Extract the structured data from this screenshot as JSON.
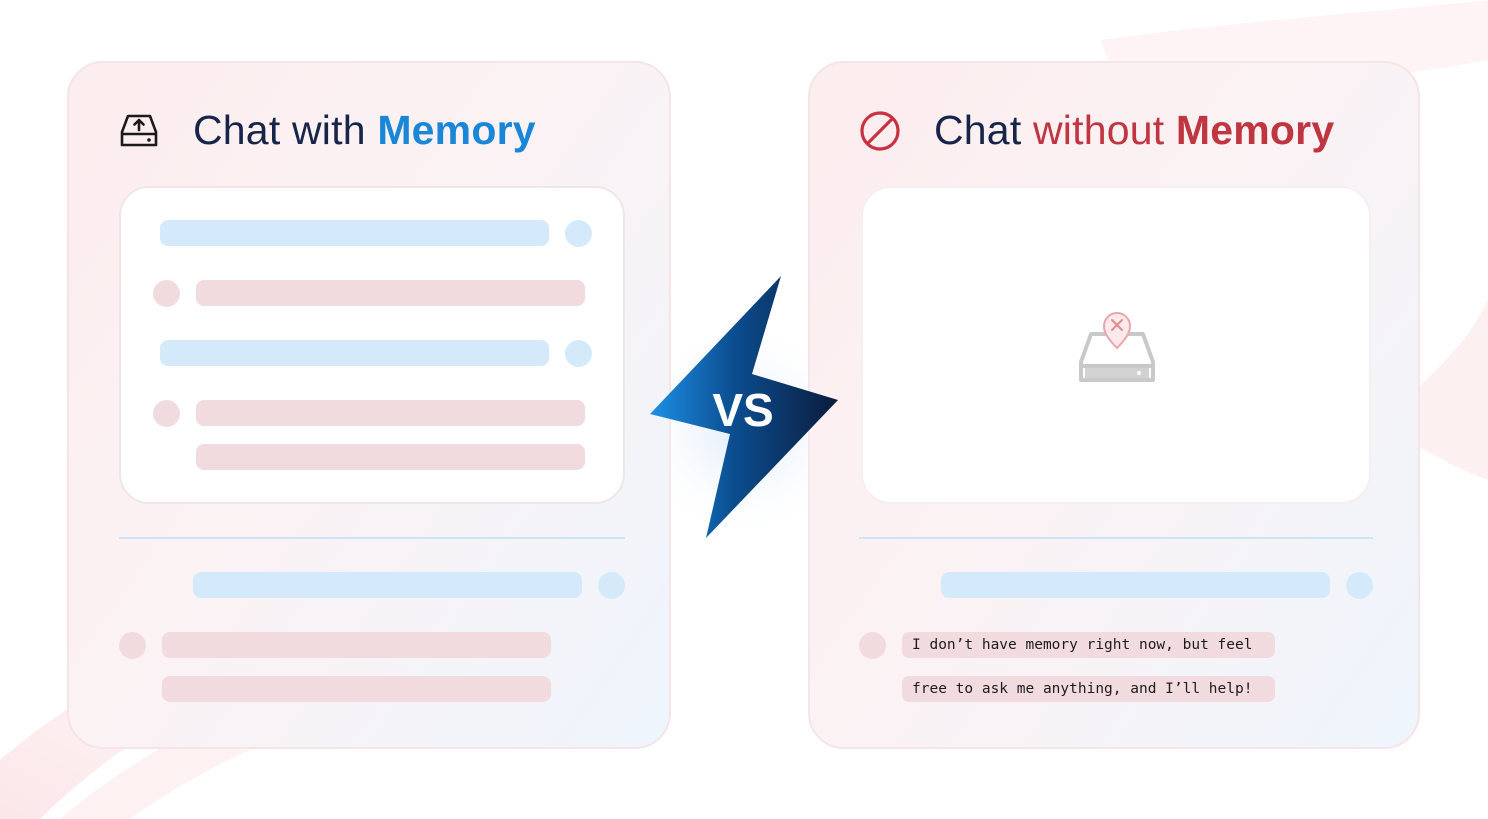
{
  "left_card": {
    "title_parts": [
      "Chat with ",
      "Memory"
    ],
    "icon": "drive-upload-icon",
    "accent_color": "#1a86d8"
  },
  "right_card": {
    "title_parts": [
      "Chat ",
      "without ",
      "Memory"
    ],
    "icon": "prohibited-icon",
    "accent_color": "#bf3540",
    "empty_state_icon": "memory-missing-drive-icon",
    "reply_lines": [
      "I don’t have memory right now, but feel",
      "free to ask me anything, and I’ll help!"
    ]
  },
  "vs_badge": {
    "label": "VS",
    "icon": "lightning-bolt-icon"
  },
  "colors": {
    "title_text": "#18254a",
    "user_bubble": "#d4eafb",
    "assistant_bubble": "#f1dbde"
  }
}
